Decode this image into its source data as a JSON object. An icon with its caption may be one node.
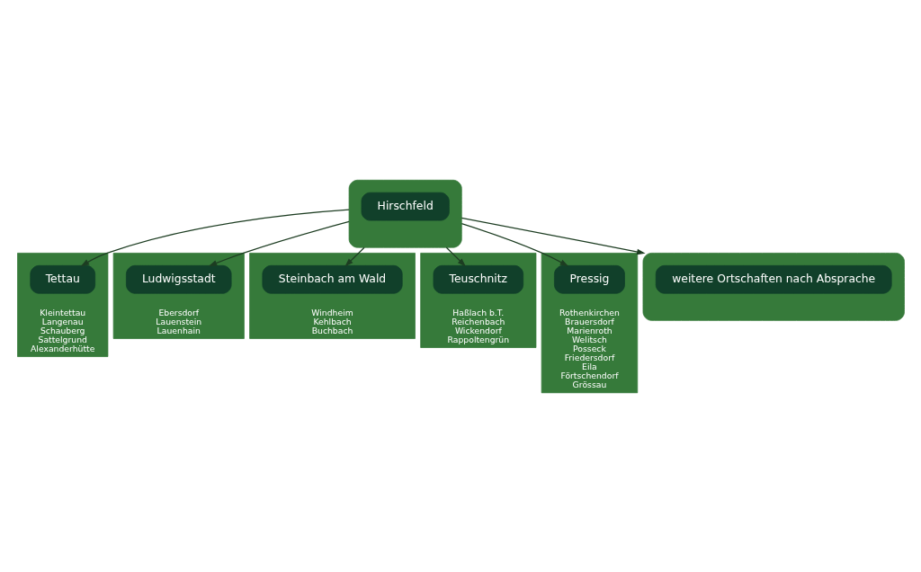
{
  "diagram": {
    "nodes": [
      {
        "text": [
          "Kleintettau",
          "Langenau",
          "Schauberg",
          "Sattelgrund",
          "Alexanderhütte"
        ]
      },
      {
        "text": [
          "Tettau"
        ],
        "in": 0
      },
      {
        "text": [
          "Ebersdorf",
          "Lauenstein",
          "Lauenhain"
        ]
      },
      {
        "text": [
          "Ludwigsstadt"
        ],
        "in": 2
      },
      {
        "text": [
          "Windheim",
          "Kehlbach",
          "Buchbach"
        ]
      },
      {
        "text": [
          "Steinbach am Wald"
        ],
        "in": 4
      },
      {
        "text": [],
        "shape": "box"
      },
      {
        "text": [
          "Hirschfeld"
        ],
        "in": 6
      },
      {
        "text": [
          "Haßlach b.T.",
          "Reichenbach",
          "Wickendorf",
          "Rappoltengrün"
        ]
      },
      {
        "text": [
          "Teuschnitz"
        ],
        "in": 8
      },
      {
        "text": [
          "Rothenkirchen",
          "Brauersdorf",
          "Marienroth",
          "Welitsch",
          "Posseck",
          "Friedersdorf",
          "Eila",
          "Förtschendorf",
          "Grössau"
        ]
      },
      {
        "text": [
          "Pressig"
        ],
        "in": 10
      },
      {
        "text": [],
        "shape": "box"
      },
      {
        "text": [
          "weitere Ortschaften nach Absprache"
        ],
        "in": 12
      }
    ],
    "edges": [
      {
        "from": 6,
        "to": 1,
        "arrow": "to"
      },
      {
        "from": 6,
        "to": 3,
        "arrow": "to"
      },
      {
        "from": 6,
        "to": 5,
        "arrow": "to"
      },
      {
        "from": 6,
        "to": 9,
        "arrow": "to"
      },
      {
        "from": 6,
        "to": 11,
        "arrow": "to"
      },
      {
        "from": 6,
        "to": 12,
        "arrow": "to"
      }
    ]
  }
}
